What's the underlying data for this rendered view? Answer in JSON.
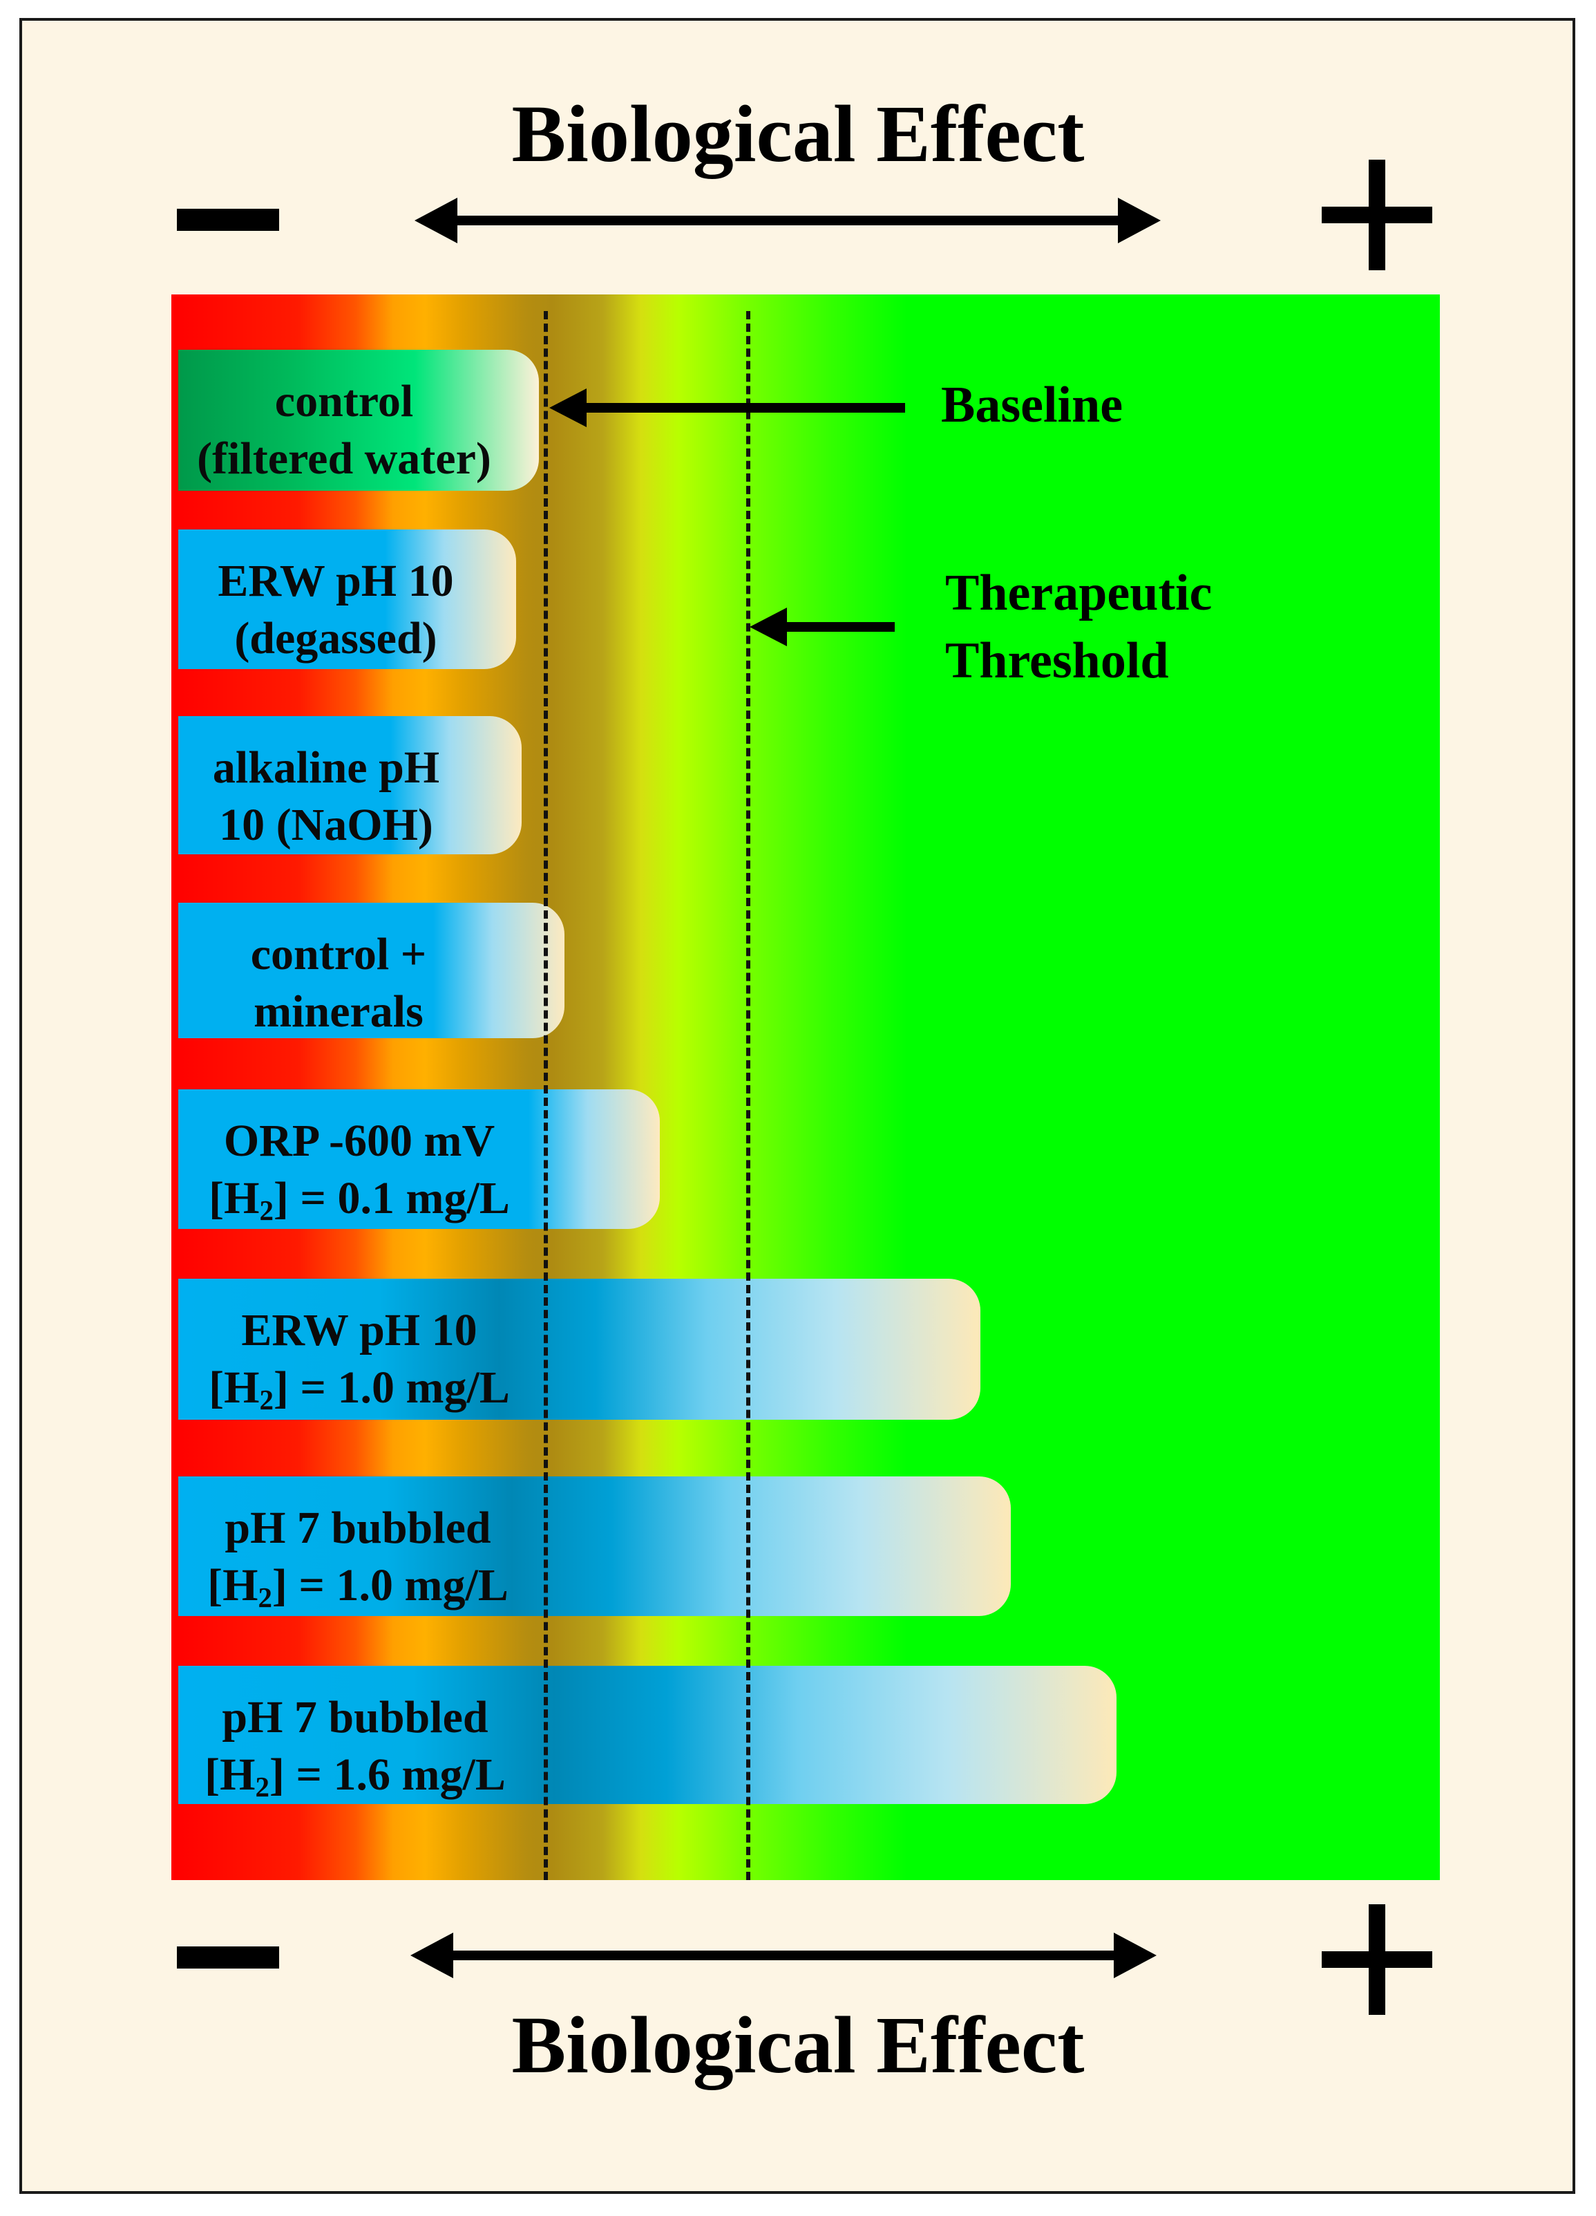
{
  "axis": {
    "top_title": "Biological Effect",
    "bottom_title": "Biological Effect",
    "negative_symbol": "−",
    "positive_symbol": "+"
  },
  "colors": {
    "negative_effect": "#ff0000",
    "threshold_zone": "#b8941a",
    "positive_effect": "#00ff00",
    "bar_fill": "#00b0f0",
    "control_bar_fill": "#009944",
    "background": "#fdf5e4"
  },
  "reference_lines": {
    "baseline": {
      "label": "Baseline",
      "effect_position": 0.295
    },
    "therapeutic_threshold": {
      "label_line1": "Therapeutic",
      "label_line2": "Threshold",
      "effect_position": 0.455
    }
  },
  "treatments": [
    {
      "line1": "control",
      "line2": "(filtered water)",
      "effect": 0.29,
      "kind": "control"
    },
    {
      "line1": "ERW pH 10",
      "line2": "(degassed)",
      "effect": 0.272,
      "kind": "test"
    },
    {
      "line1": "alkaline pH",
      "line2": "10 (NaOH)",
      "effect": 0.276,
      "kind": "test"
    },
    {
      "line1": "control +",
      "line2": "minerals",
      "effect": 0.31,
      "kind": "test"
    },
    {
      "line1": "ORP -600 mV",
      "line2_prefix": "[H",
      "line2_sub": "2",
      "line2_suffix": "] = 0.1 mg/L",
      "effect": 0.385,
      "kind": "test"
    },
    {
      "line1": "ERW pH 10",
      "line2_prefix": "[H",
      "line2_sub": "2",
      "line2_suffix": "] = 1.0 mg/L",
      "effect": 0.638,
      "kind": "test"
    },
    {
      "line1": "pH 7 bubbled",
      "line2_prefix": "[H",
      "line2_sub": "2",
      "line2_suffix": "] = 1.0 mg/L",
      "effect": 0.662,
      "kind": "test"
    },
    {
      "line1": "pH 7 bubbled",
      "line2_prefix": "[H",
      "line2_sub": "2",
      "line2_suffix": "] = 1.6 mg/L",
      "effect": 0.745,
      "kind": "test"
    }
  ]
}
